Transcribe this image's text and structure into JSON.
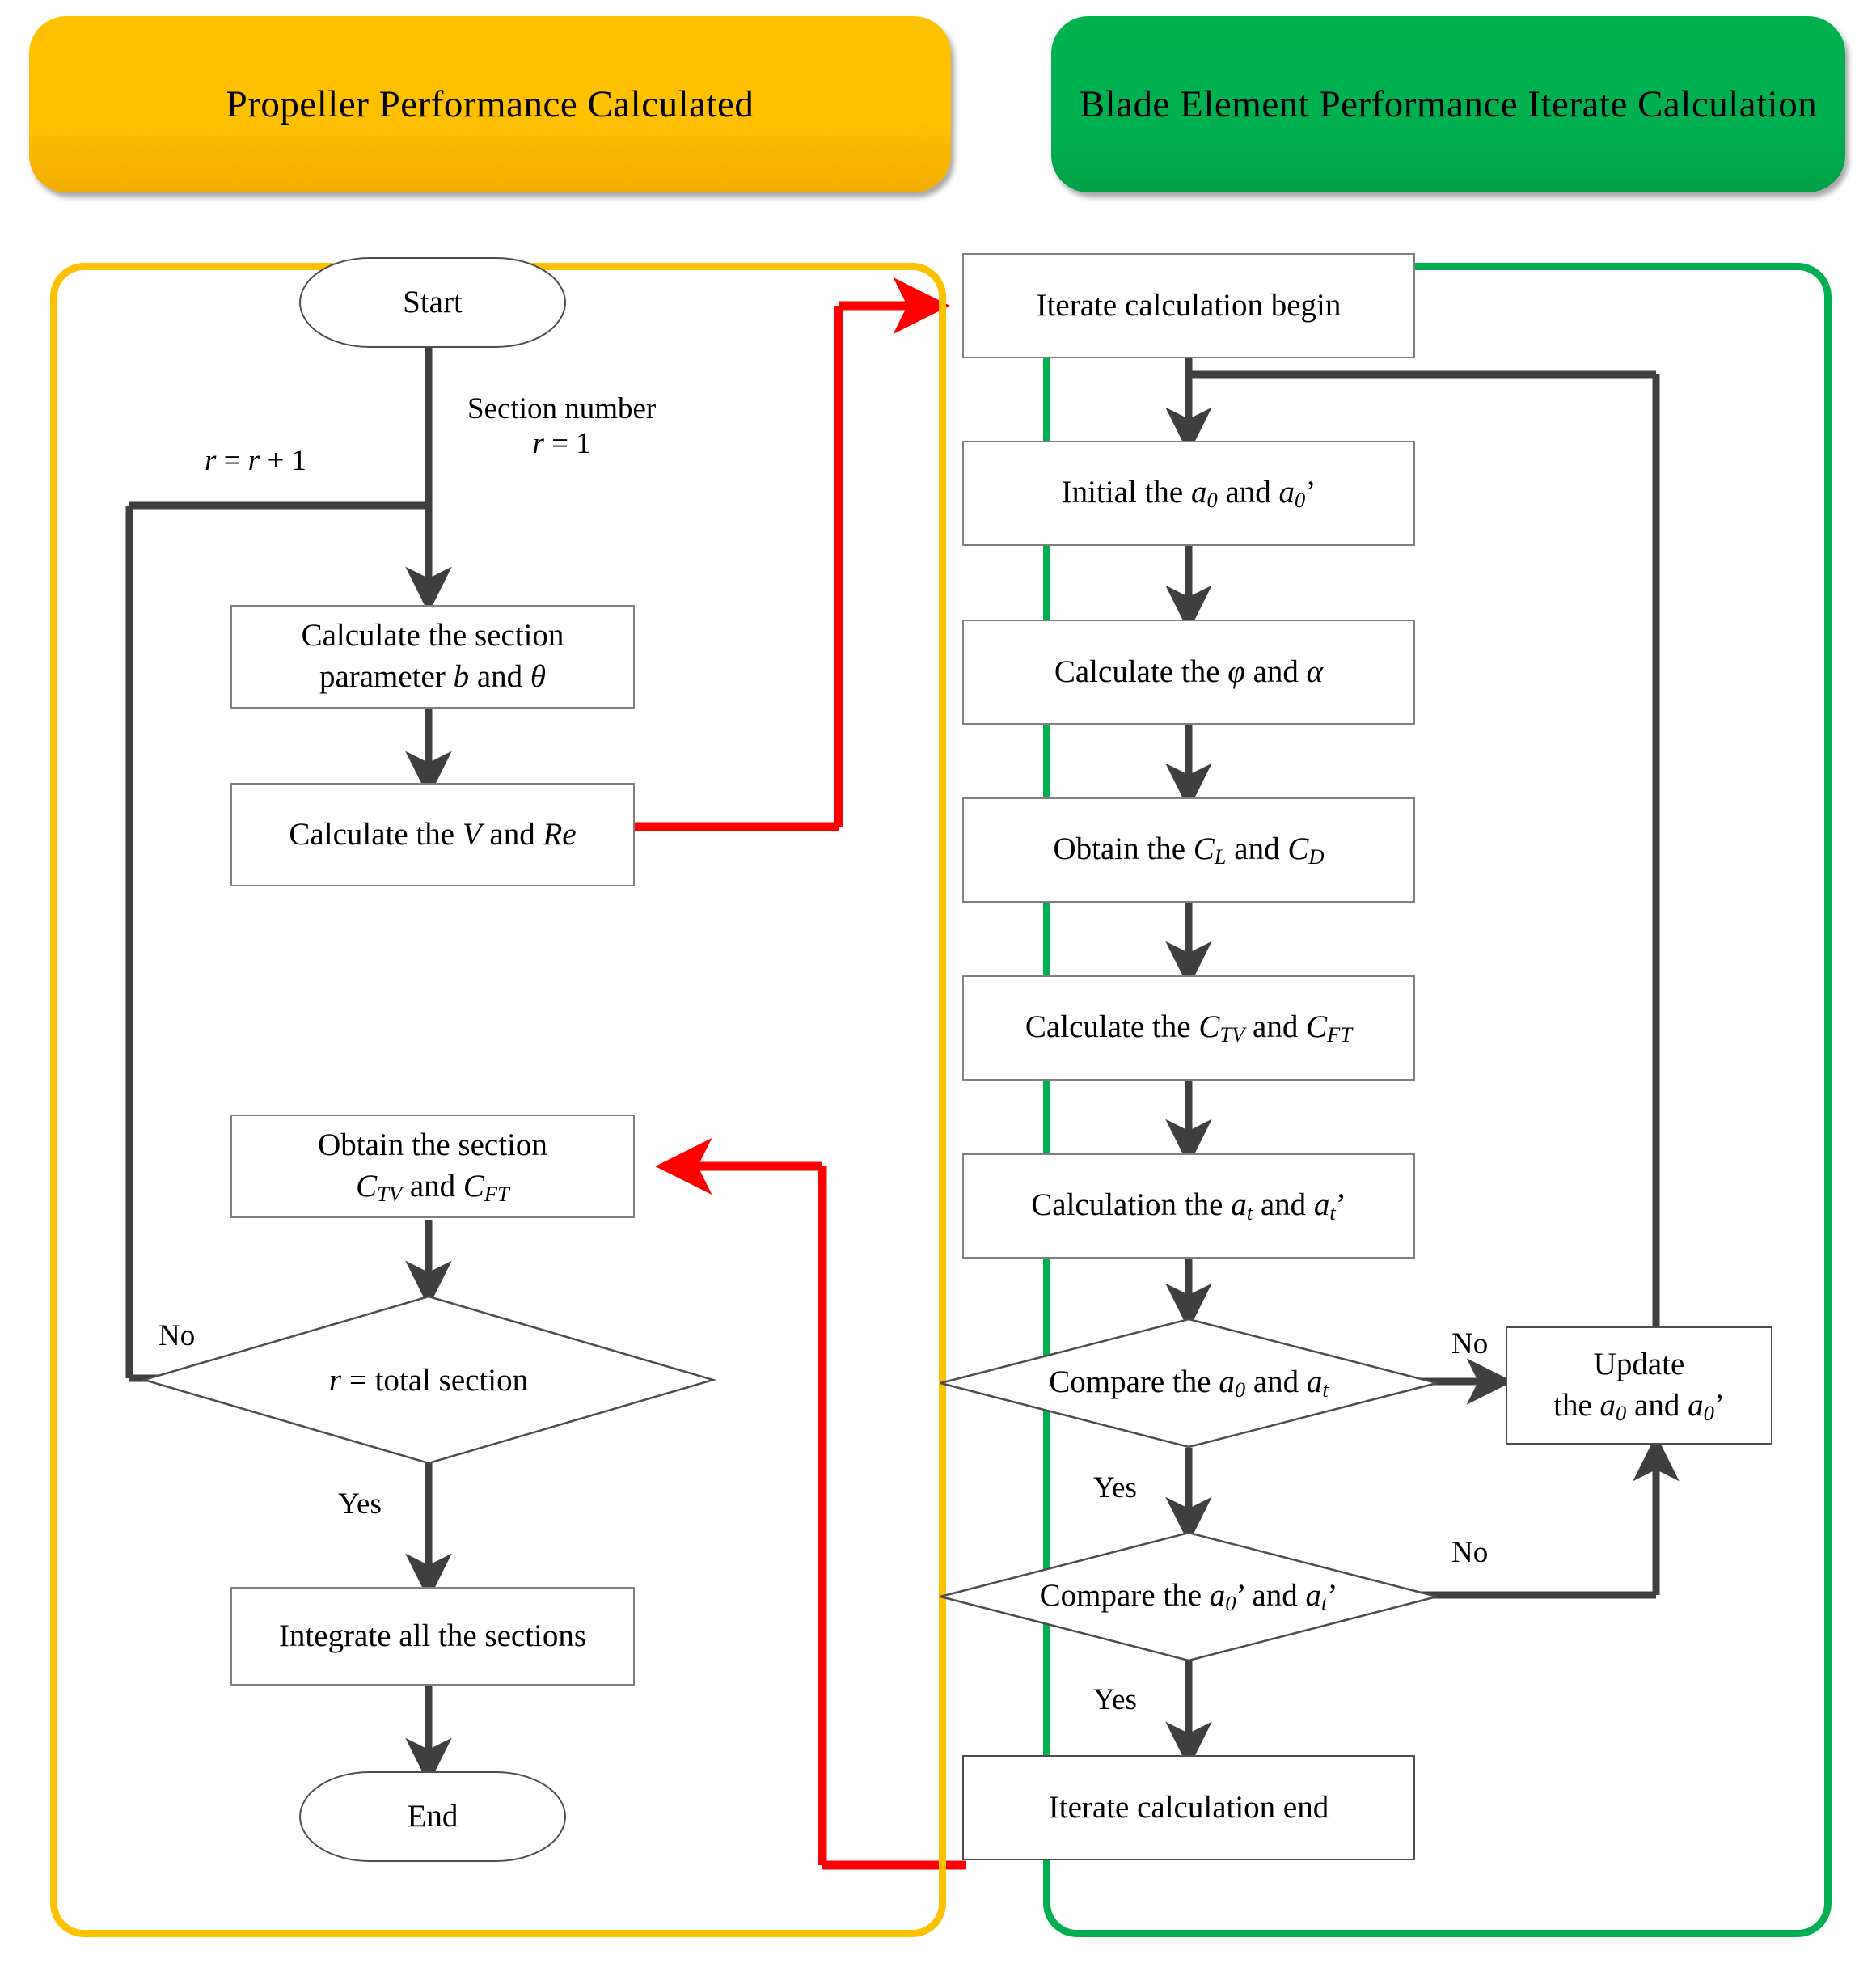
{
  "headers": {
    "left": {
      "title": "Propeller Performance Calculated",
      "color": "#FFC000"
    },
    "right": {
      "title": "Blade Element Performance Iterate Calculation",
      "color": "#00B050"
    }
  },
  "panels": {
    "left_border_color": "#FFC000",
    "right_border_color": "#00B050",
    "cross_link_color": "#FF0000"
  },
  "left_flow": {
    "start": "Start",
    "calc_section_param_line1": "Calculate the section",
    "calc_section_param_line2_pre": "parameter ",
    "calc_section_param_b": "b",
    "calc_section_param_mid": " and ",
    "calc_section_param_theta": "θ",
    "calc_v_re_pre": "Calculate the ",
    "calc_v_re_v": "V",
    "calc_v_re_mid": " and ",
    "calc_v_re_re": "Re",
    "obtain_section_line1": "Obtain the section",
    "obtain_section_c1": "C",
    "obtain_section_c1sub": "TV",
    "obtain_section_mid": " and ",
    "obtain_section_c2": "C",
    "obtain_section_c2sub": "FT",
    "decision_r_total_pre": "r",
    "decision_r_total_rest": " = total section",
    "integrate": "Integrate all the sections",
    "end": "End",
    "labels": {
      "section_number": "Section number",
      "r_equals_1_var": "r",
      "r_equals_1_rest": " = 1",
      "r_increment_var1": "r",
      "r_increment_mid": " = ",
      "r_increment_var2": "r",
      "r_increment_end": " + 1",
      "no": "No",
      "yes": "Yes"
    }
  },
  "right_flow": {
    "iterate_begin": "Iterate calculation begin",
    "initial_pre": "Initial the ",
    "initial_a0": "a",
    "initial_a0_sub": "0",
    "initial_mid": " and ",
    "initial_a0p": "a",
    "initial_a0p_sub": "0",
    "initial_prime": "’",
    "calc_phi_alpha_pre": "Calculate the ",
    "calc_phi": "φ",
    "calc_phi_mid": " and ",
    "calc_alpha": "α",
    "obtain_cl_cd_pre": "Obtain the ",
    "obtain_cl": "C",
    "obtain_cl_sub": "L",
    "obtain_cl_mid": " and ",
    "obtain_cd": "C",
    "obtain_cd_sub": "D",
    "calc_ctv_cft_pre": "Calculate the ",
    "calc_ctv": "C",
    "calc_ctv_sub": "TV",
    "calc_ctv_mid": " and ",
    "calc_cft": "C",
    "calc_cft_sub": "FT",
    "calc_at_pre": "Calculation the ",
    "calc_at": "a",
    "calc_at_sub": "t",
    "calc_at_mid": " and ",
    "calc_atp": "a",
    "calc_atp_sub": "t",
    "calc_atp_prime": "’",
    "decision1_pre": "Compare the ",
    "decision1_a0": "a",
    "decision1_a0_sub": "0",
    "decision1_mid": " and ",
    "decision1_at": "a",
    "decision1_at_sub": "t",
    "decision2_pre": "Compare the ",
    "decision2_a0": "a",
    "decision2_a0_sub": "0",
    "decision2_a0_prime": "’",
    "decision2_mid": "  and ",
    "decision2_at": "a",
    "decision2_at_sub": "t",
    "decision2_at_prime": "’",
    "update_line1": "Update",
    "update_line2_pre": "the ",
    "update_a0": "a",
    "update_a0_sub": "0",
    "update_mid": " and ",
    "update_a0p": "a",
    "update_a0p_sub": "0",
    "update_prime": "’",
    "iterate_end": "Iterate calculation end",
    "labels": {
      "no": "No",
      "yes": "Yes"
    }
  }
}
